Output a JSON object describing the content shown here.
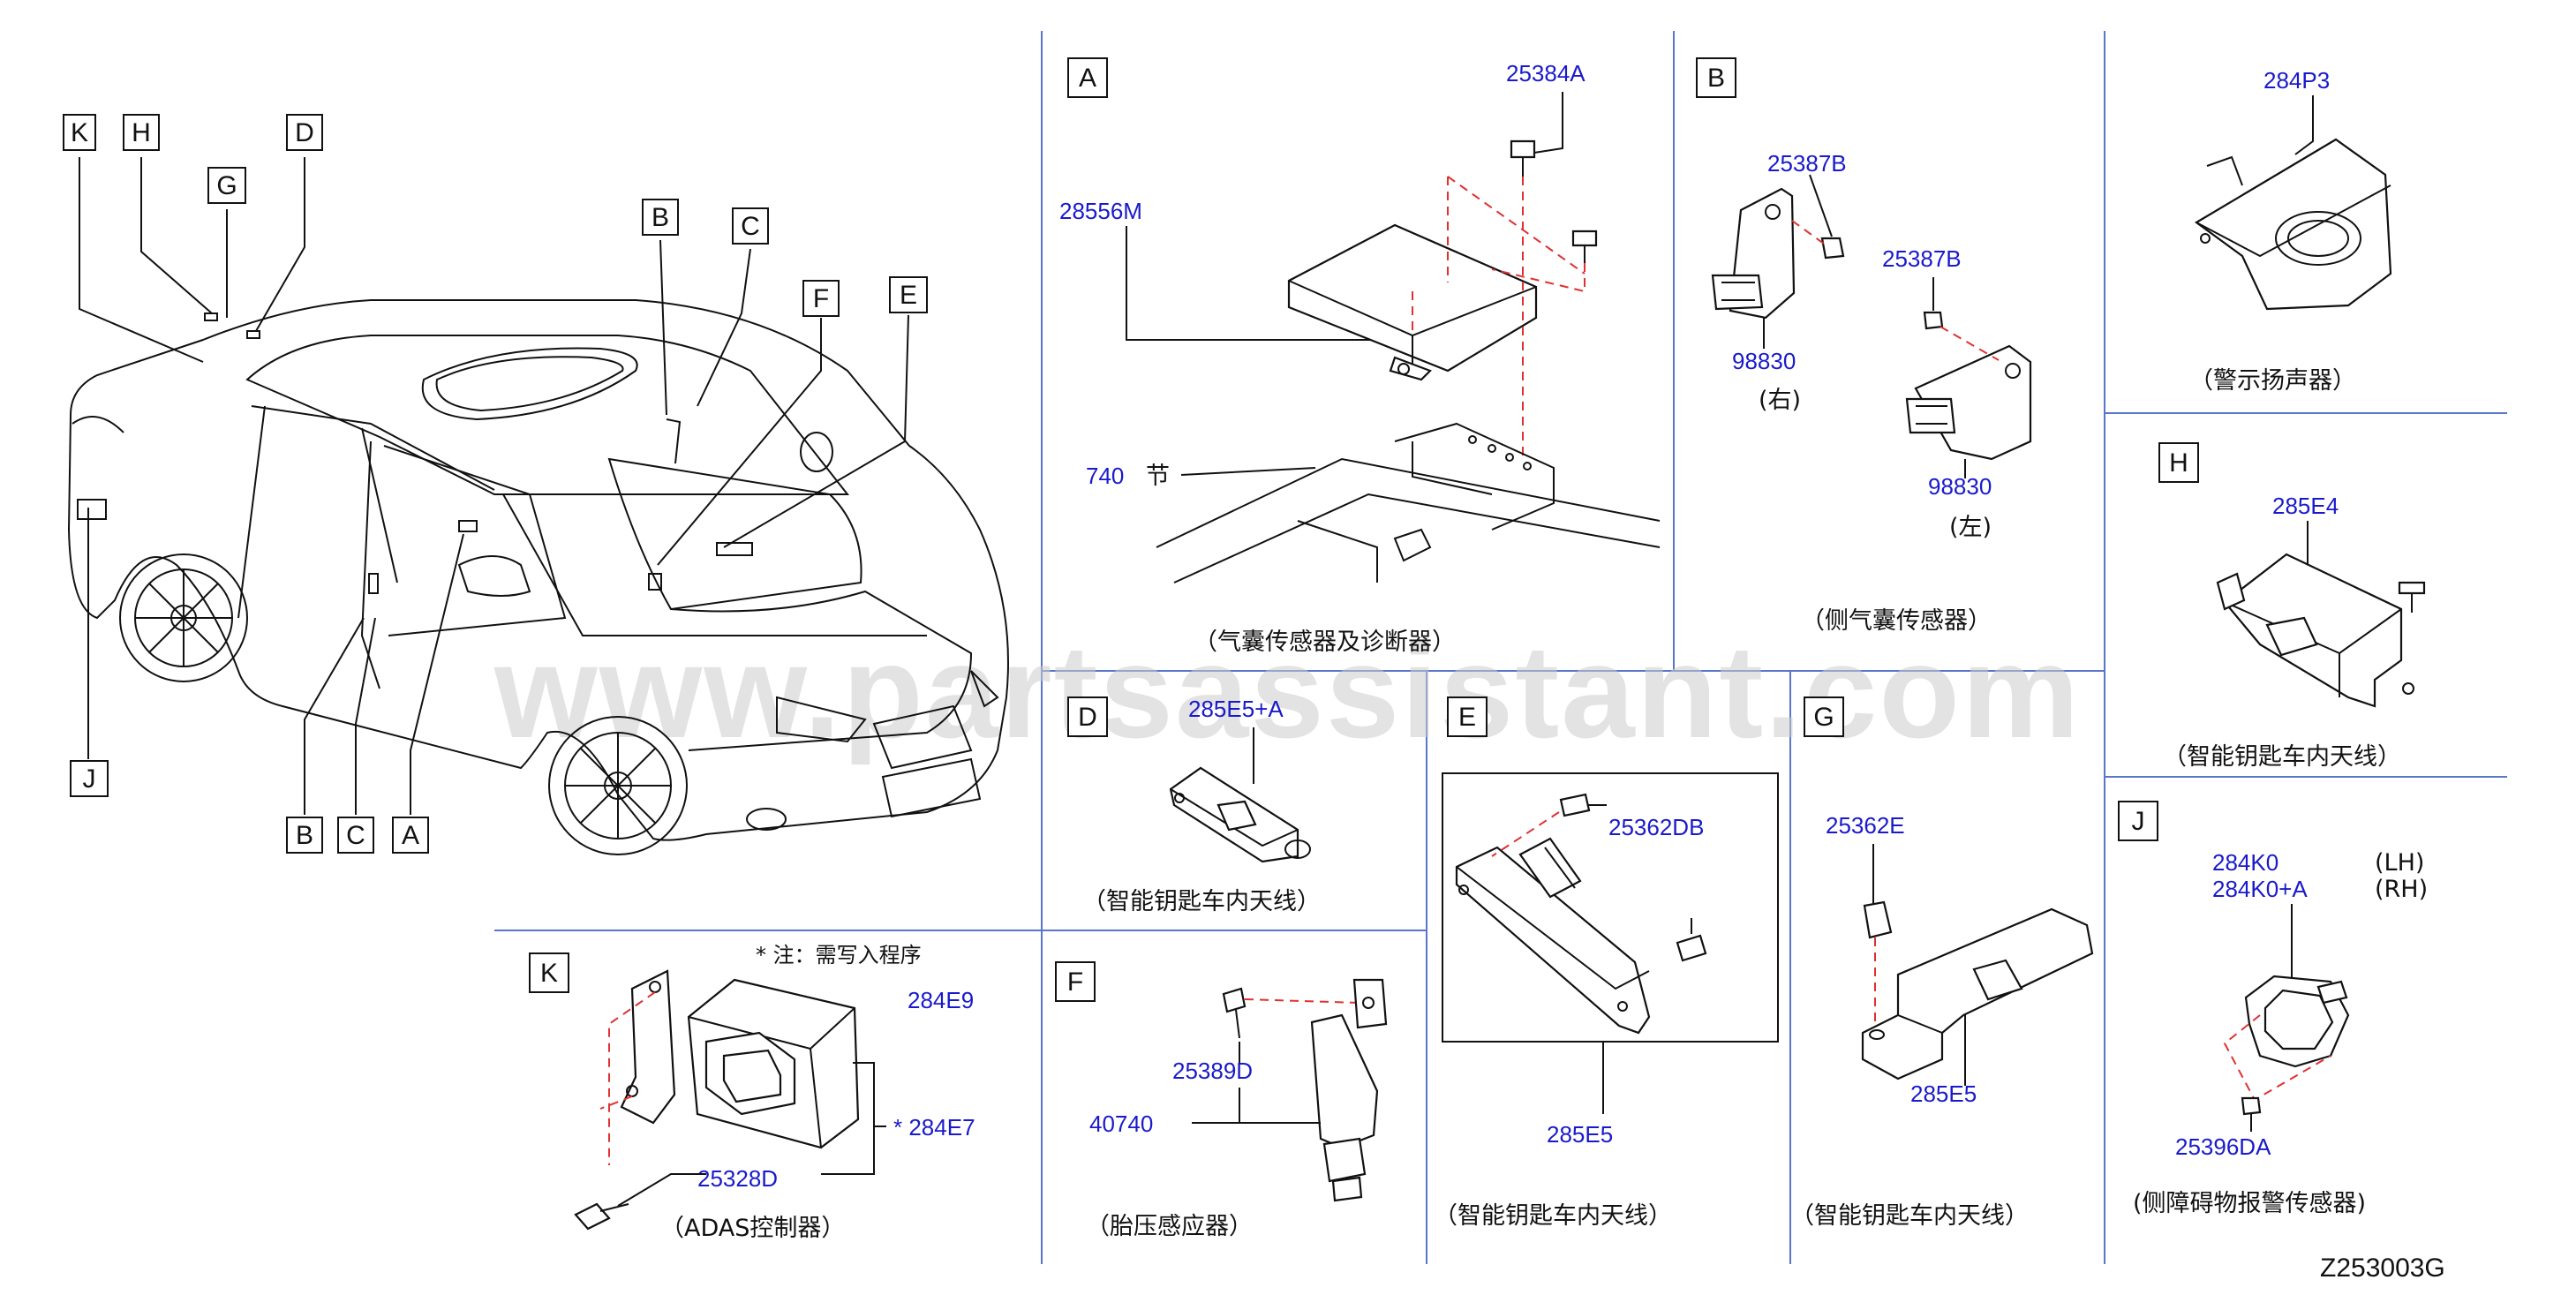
{
  "watermark": "www.partsassistant.com",
  "diagram_code": "Z253003G",
  "car_callouts": [
    "K",
    "H",
    "G",
    "D",
    "B",
    "C",
    "F",
    "E",
    "J",
    "B",
    "C",
    "A"
  ],
  "sections": {
    "A": {
      "letter": "A",
      "parts": [
        "25384A",
        "28556M",
        "740"
      ],
      "ref_suffix": "节",
      "caption": "（气囊传感器及诊断器）"
    },
    "B": {
      "letter": "B",
      "parts": [
        "25387B",
        "98830",
        "25387B",
        "98830"
      ],
      "side_right": "(右)",
      "side_left": "(左)",
      "caption": "（侧气囊传感器）"
    },
    "top_right": {
      "parts": [
        "284P3"
      ],
      "caption": "（警示扬声器）"
    },
    "H": {
      "letter": "H",
      "parts": [
        "285E4"
      ],
      "caption": "（智能钥匙车内天线）"
    },
    "D": {
      "letter": "D",
      "parts": [
        "285E5+A"
      ],
      "caption": "（智能钥匙车内天线）"
    },
    "E": {
      "letter": "E",
      "parts": [
        "25362DB",
        "285E5"
      ],
      "caption": "（智能钥匙车内天线）"
    },
    "G": {
      "letter": "G",
      "parts": [
        "25362E",
        "285E5"
      ],
      "caption": "（智能钥匙车内天线）"
    },
    "J": {
      "letter": "J",
      "parts": [
        "284K0",
        "284K0+A",
        "25396DA"
      ],
      "lh": "(LH)",
      "rh": "(RH)",
      "caption": "(侧障碍物报警传感器)"
    },
    "K": {
      "letter": "K",
      "note": "*  注：需写入程序",
      "parts": [
        "284E9",
        "*  284E7",
        "25328D"
      ],
      "caption": "（ADAS控制器）"
    },
    "F": {
      "letter": "F",
      "parts": [
        "25389D",
        "40740"
      ],
      "caption": "（胎压感应器）"
    }
  }
}
